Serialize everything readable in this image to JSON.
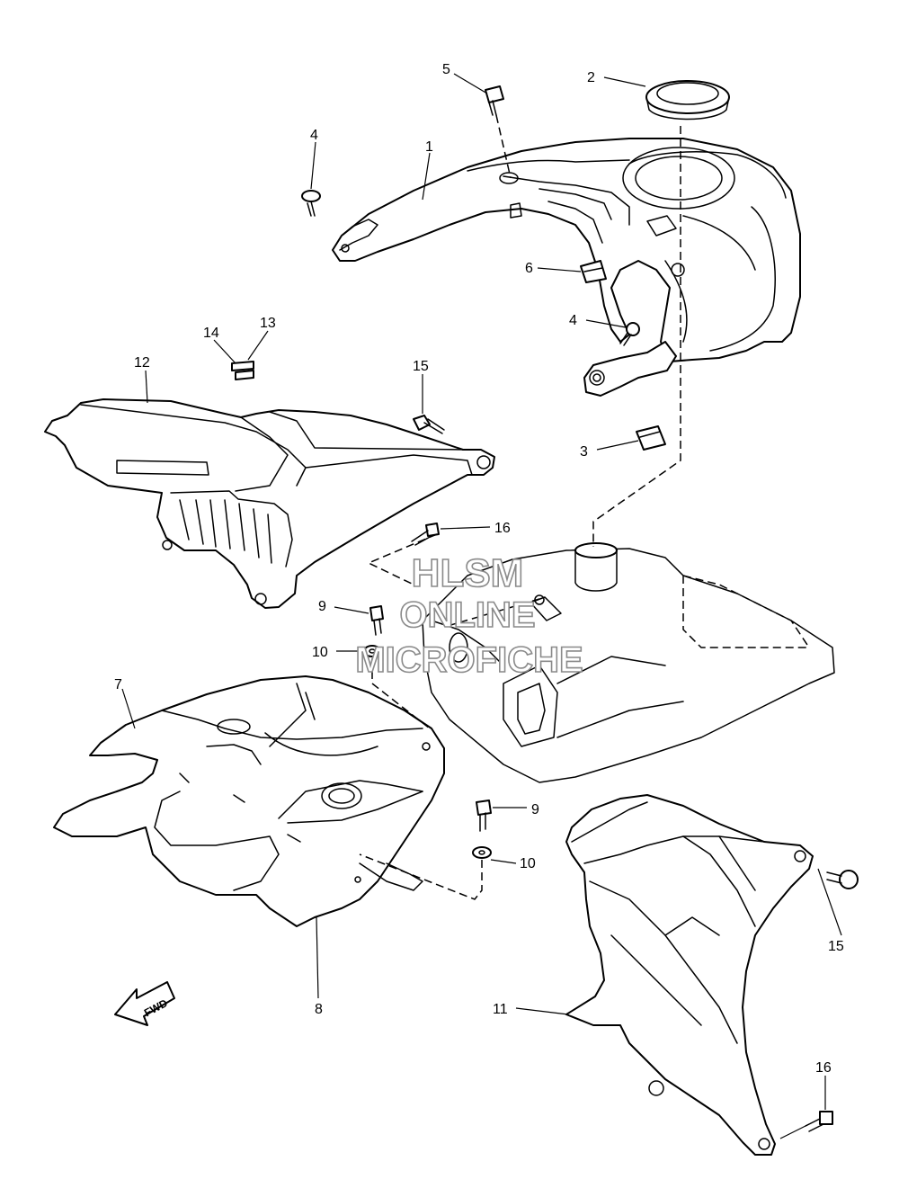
{
  "callouts": [
    {
      "number": "1"
    },
    {
      "number": "2"
    },
    {
      "number": "3"
    },
    {
      "number": "4"
    },
    {
      "number": "4"
    },
    {
      "number": "5"
    },
    {
      "number": "6"
    },
    {
      "number": "7"
    },
    {
      "number": "8"
    },
    {
      "number": "9"
    },
    {
      "number": "9"
    },
    {
      "number": "10"
    },
    {
      "number": "10"
    },
    {
      "number": "11"
    },
    {
      "number": "12"
    },
    {
      "number": "13"
    },
    {
      "number": "14"
    },
    {
      "number": "15"
    },
    {
      "number": "15"
    },
    {
      "number": "16"
    },
    {
      "number": "16"
    }
  ],
  "watermark": {
    "line1": "HLSM",
    "line2": "ONLINE",
    "line3": "MICROFICHE",
    "color": "#8a8a8a"
  },
  "direction_arrow": {
    "label": "FWD",
    "icon": "fwd-arrow-icon"
  },
  "colors": {
    "line": "#000000",
    "background": "#ffffff"
  }
}
